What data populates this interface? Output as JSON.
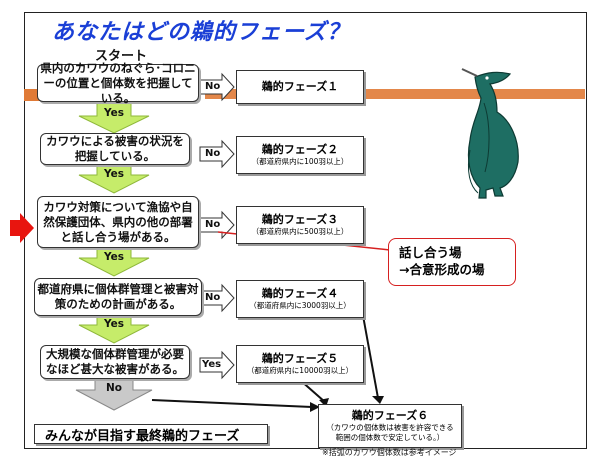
{
  "title": "あなたはどの鵜的フェーズ？",
  "start_label": "スタート",
  "questions": [
    "県内のカワウのねぐら･コロニーの位置と個体数を把握している。",
    "カワウによる被害の状況を把握している。",
    "カワウ対策について漁協や自然保護団体、県内の他の部署と話し合う場がある。",
    "都道府県に個体群管理と被害対策のための計画がある。",
    "大規模な個体群管理が必要なほど甚大な被害がある。"
  ],
  "yes_label": "Yes",
  "no_label": "No",
  "phases": [
    {
      "name": "鵜的フェーズ１",
      "sub": ""
    },
    {
      "name": "鵜的フェーズ２",
      "sub": "（都道府県内に100羽以上）"
    },
    {
      "name": "鵜的フェーズ３",
      "sub": "（都道府県内に500羽以上）"
    },
    {
      "name": "鵜的フェーズ４",
      "sub": "（都道府県内に3000羽以上）"
    },
    {
      "name": "鵜的フェーズ５",
      "sub": "（都道府県内に10000羽以上）"
    },
    {
      "name": "鵜的フェーズ６",
      "sub": "（カワウの個体数は被害を許容できる範囲の個体数で安定している。）"
    }
  ],
  "callout": "話し合う場\n→合意形成の場",
  "goal_label": "みんなが目指す最終鵜的フェーズ",
  "footnote": "※括弧のカワウ個体数は参考イメージ",
  "colors": {
    "title": "#1a3fd6",
    "arrow_green": "#c6ec6a",
    "arrow_gray": "#c9c9c9",
    "accent_red": "#e8150f",
    "bird": "#1e6e63",
    "orange_bar": "#e07a36"
  },
  "icons": [
    "cormorant-illustration",
    "red-pointer-arrow"
  ]
}
